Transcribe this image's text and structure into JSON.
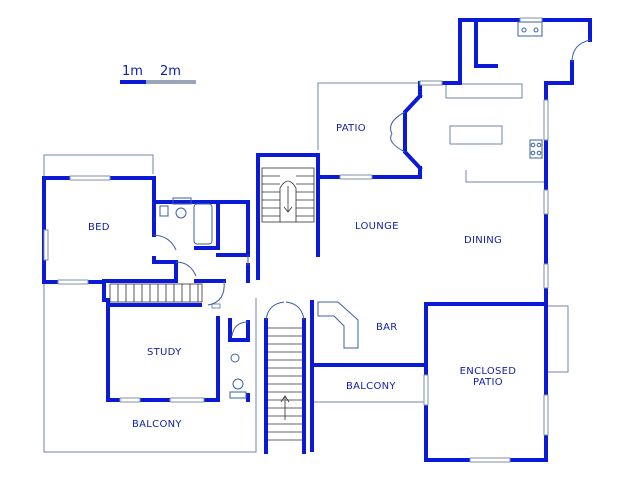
{
  "scale": {
    "label_1": "1m",
    "label_2": "2m",
    "color_primary": "#0a1ad6",
    "color_secondary": "#9aa6b8"
  },
  "rooms": {
    "patio": "PATIO",
    "bed": "BED",
    "lounge": "LOUNGE",
    "dining": "DINING",
    "bar": "BAR",
    "study": "STUDY",
    "balcony_center": "BALCONY",
    "balcony_bottom": "BALCONY",
    "enclosed_patio_line1": "ENCLOSED",
    "enclosed_patio_line2": "PATIO"
  },
  "colors": {
    "wall": "#0a1ad6",
    "outline": "#6f86ad",
    "label": "#101ea8",
    "background": "#ffffff"
  }
}
